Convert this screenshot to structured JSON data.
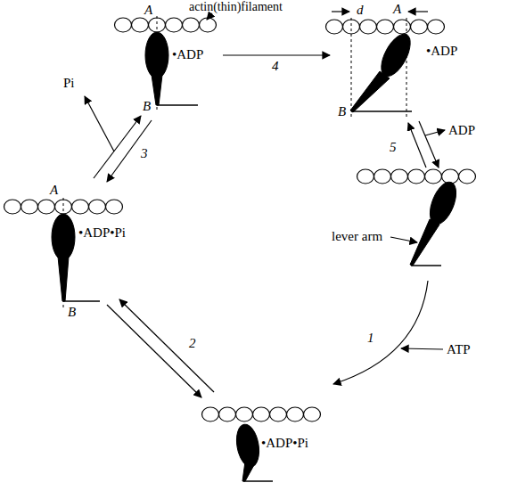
{
  "diagram": {
    "labels": [
      "actin(thin)filament",
      "A",
      "•ADP",
      "B",
      "4",
      "d",
      "A",
      "•ADP",
      "B",
      "ADP",
      "5",
      "Pi",
      "3",
      "A",
      "•ADP•Pi",
      "B",
      "lever arm",
      "2",
      "1",
      "ATP",
      "•ADP•Pi"
    ]
  }
}
